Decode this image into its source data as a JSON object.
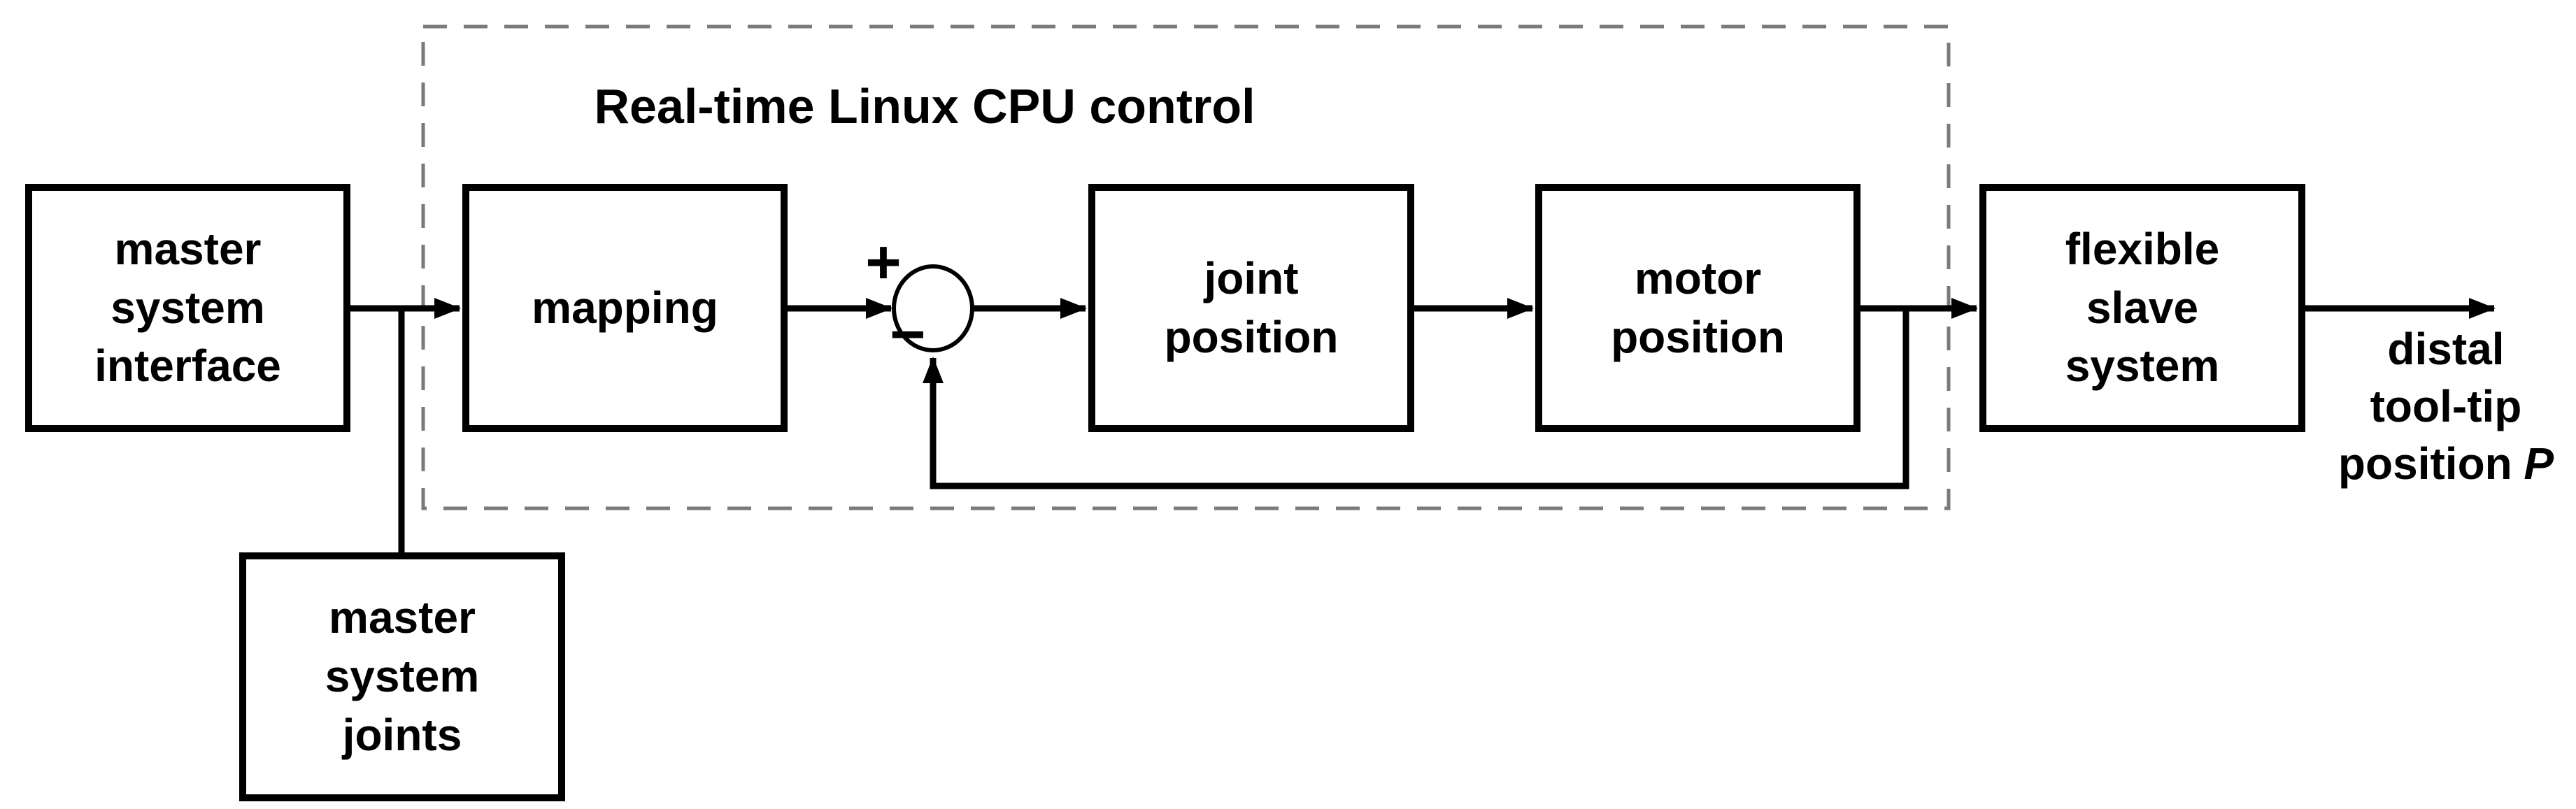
{
  "diagram": {
    "title": "Real-time Linux CPU control",
    "colors": {
      "background": "#ffffff",
      "line": "#000000",
      "dashed_region": "#7a7a7a"
    },
    "boxes": [
      {
        "id": "master-system-interface",
        "label": "master\nsystem\ninterface"
      },
      {
        "id": "mapping",
        "label": "mapping"
      },
      {
        "id": "joint-position",
        "label": "joint\nposition"
      },
      {
        "id": "motor-position",
        "label": "motor\nposition"
      },
      {
        "id": "flexible-slave-system",
        "label": "flexible\nslave\nsystem"
      },
      {
        "id": "master-system-joints",
        "label": "master\nsystem\njoints"
      }
    ],
    "summing_junction": {
      "plus_sign": "+",
      "minus_sign": "−"
    },
    "output_label": {
      "line1": "distal",
      "line2": "tool-tip",
      "line3_text": "position",
      "line3_var": "P"
    }
  }
}
